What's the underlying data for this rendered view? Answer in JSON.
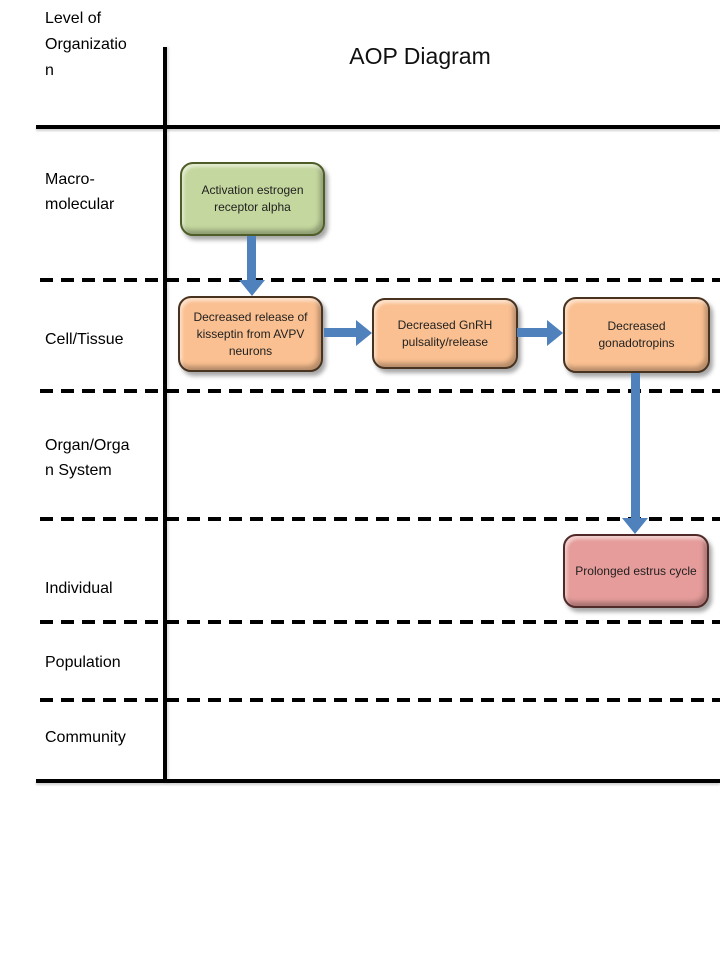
{
  "header": {
    "axis_label": "Level of Organization",
    "title": "AOP Diagram"
  },
  "rows": [
    {
      "label": "Macro-molecular"
    },
    {
      "label": "Cell/Tissue"
    },
    {
      "label": "Organ/Organ System"
    },
    {
      "label": "Individual"
    },
    {
      "label": "Population"
    },
    {
      "label": "Community"
    }
  ],
  "nodes": [
    {
      "label": "Activation estrogen receptor alpha",
      "row": "Macro-molecular",
      "style": "green"
    },
    {
      "label": "Decreased release of kisseptin from AVPV neurons",
      "row": "Cell/Tissue",
      "style": "orange"
    },
    {
      "label": "Decreased GnRH pulsality/release",
      "row": "Cell/Tissue",
      "style": "orange"
    },
    {
      "label": "Decreased gonadotropins",
      "row": "Cell/Tissue",
      "style": "orange"
    },
    {
      "label": "Prolonged estrus cycle",
      "row": "Individual",
      "style": "pink"
    }
  ],
  "edges": [
    {
      "from": 0,
      "to": 1,
      "direction": "down"
    },
    {
      "from": 1,
      "to": 2,
      "direction": "right"
    },
    {
      "from": 2,
      "to": 3,
      "direction": "right"
    },
    {
      "from": 3,
      "to": 4,
      "direction": "down"
    }
  ],
  "colors": {
    "node_green_fill": "#c4d79e",
    "node_green_border": "#4f5d28",
    "node_orange_fill": "#fac091",
    "node_orange_border": "#473320",
    "node_pink_fill": "#e59c9a",
    "node_pink_border": "#502a28",
    "arrow_blue": "#4f81bd",
    "line_black": "#000000"
  }
}
